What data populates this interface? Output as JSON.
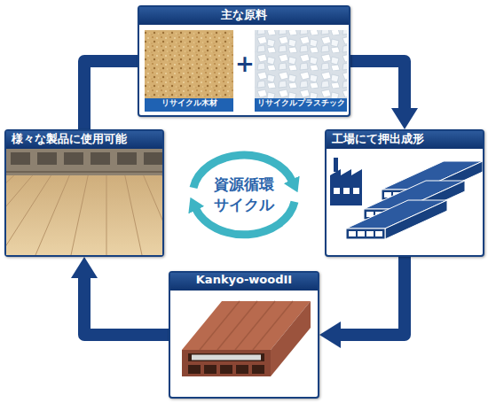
{
  "diagram": {
    "nodes": [
      {
        "text": [
          "主な原料"
        ]
      },
      {
        "text": [
          "リサイクル木材"
        ],
        "in": 0
      },
      {
        "text": [
          "リサイクルプラスチック"
        ],
        "in": 0
      },
      {
        "text": [
          "様々な製品に使用可能"
        ]
      },
      {
        "text": [
          "資源循環 サイクル"
        ]
      },
      {
        "text": [
          "工場にて押出成形"
        ]
      },
      {
        "text": [
          "Kankyo-woodII"
        ]
      }
    ],
    "edges": [
      {
        "from": 0,
        "to": 5,
        "arrow": "to"
      },
      {
        "from": 5,
        "to": 6,
        "arrow": "to"
      },
      {
        "from": 6,
        "to": 3,
        "arrow": "to"
      },
      {
        "from": 3,
        "to": 0,
        "arrow": "none"
      }
    ],
    "labels": [
      "+"
    ]
  }
}
